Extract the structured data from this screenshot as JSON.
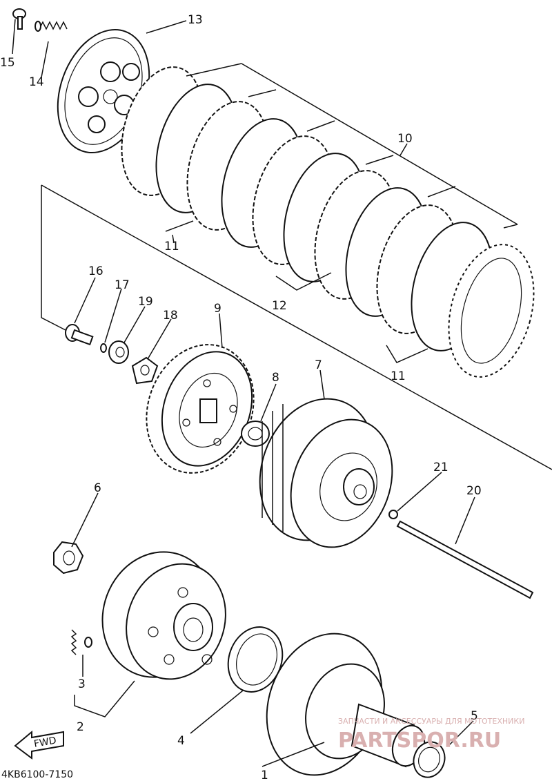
{
  "diagram": {
    "callouts": {
      "p1": "1",
      "p2": "2",
      "p3": "3",
      "p4": "4",
      "p5": "5",
      "p6": "6",
      "p7": "7",
      "p8": "8",
      "p9": "9",
      "p10": "10",
      "p11a": "11",
      "p11b": "11",
      "p12": "12",
      "p13": "13",
      "p14": "14",
      "p15": "15",
      "p16": "16",
      "p17": "17",
      "p18": "18",
      "p19": "19",
      "p20": "20",
      "p21": "21"
    },
    "fwd_label": "FWD",
    "drawing_code": "4KB6100-7150",
    "watermark": {
      "line1": "ЗАПЧАСТИ И АКСЕССУАРЫ ДЛЯ МОТОТЕХНИКИ",
      "line2": "PARTSPOR.RU"
    }
  }
}
